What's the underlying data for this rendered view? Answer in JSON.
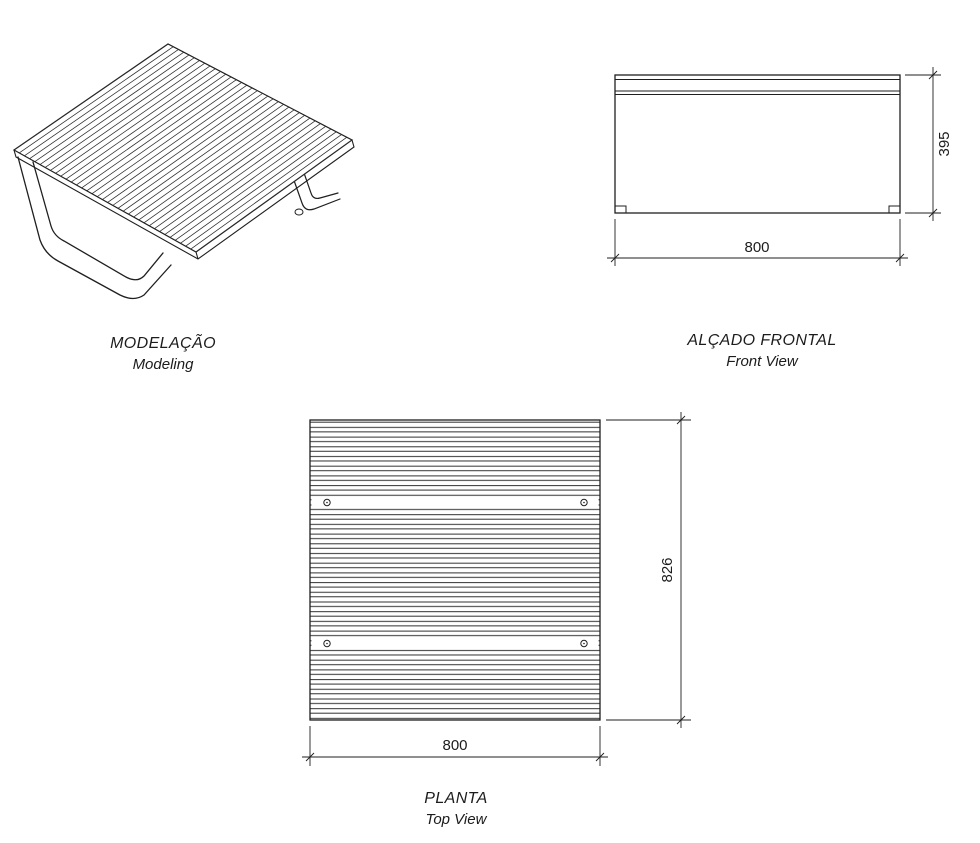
{
  "sheet": {
    "background": "#ffffff",
    "line_color": "#1f1f1f"
  },
  "views": {
    "modeling": {
      "title": "MODELAÇÃO",
      "subtitle": "Modeling"
    },
    "front": {
      "title": "ALÇADO FRONTAL",
      "subtitle": "Front View",
      "dimensions": {
        "width": "800",
        "height": "395"
      }
    },
    "plan": {
      "title": "PLANTA",
      "subtitle": "Top View",
      "dimensions": {
        "width": "800",
        "depth": "826"
      }
    }
  }
}
